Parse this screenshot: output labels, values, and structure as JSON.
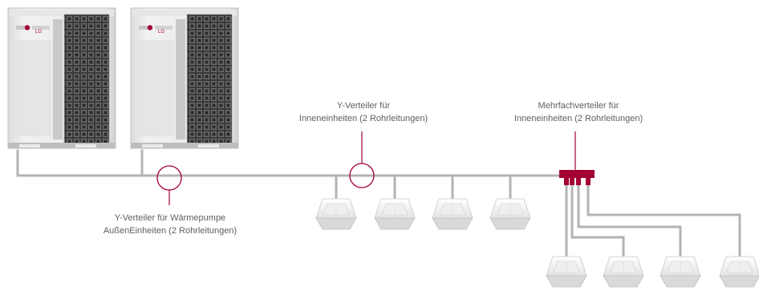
{
  "outdoor_units": [
    {
      "brand": "LG"
    },
    {
      "brand": "LG"
    }
  ],
  "labels": {
    "y_branch_outdoor": {
      "line1": "Y-Verteiler für Wärmepumpe",
      "line2": "AußenEinheiten (2 Rohrleitungen)"
    },
    "y_branch_indoor": {
      "line1": "Y-Verteiler für",
      "line2": "Inneneinheiten (2 Rohrleitungen)"
    },
    "header_indoor": {
      "line1": "Mehrfachverteiler für",
      "line2": "Inneneinheiten (2 Rohrleitungen)"
    }
  },
  "indoor_units": {
    "on_main_line": 4,
    "on_header": 4
  },
  "colors": {
    "accent": "#a50034",
    "pipe": "#b3b3b3",
    "text": "#5e5e5e"
  },
  "icons": {
    "outdoor_unit": "vrf-outdoor-unit-icon",
    "indoor_unit": "ceiling-cassette-icon",
    "branch_marker": "circle-marker-icon",
    "header": "distribution-header-icon"
  }
}
